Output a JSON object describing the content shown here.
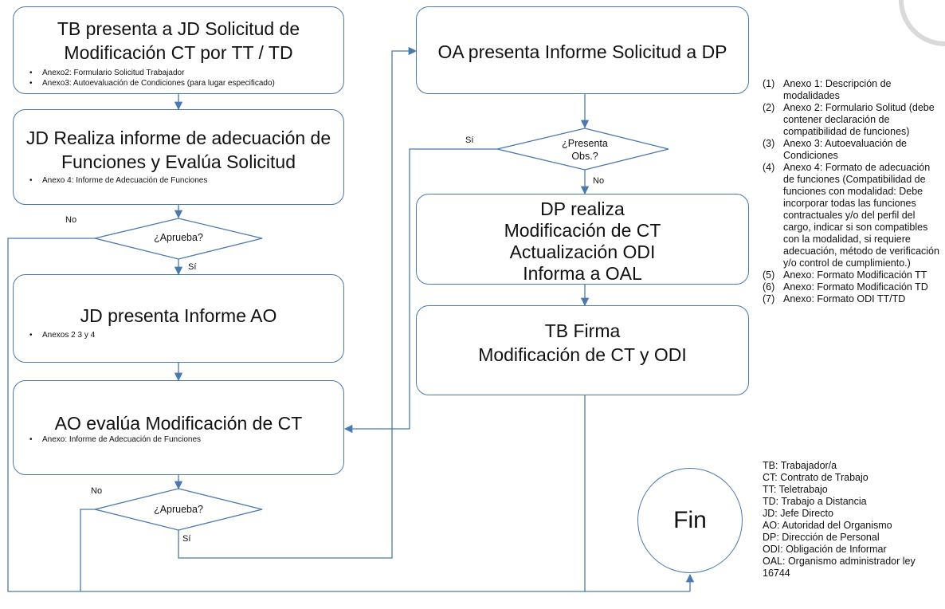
{
  "boxes": {
    "b1": {
      "title_l1": "TB presenta a JD Solicitud de",
      "title_l2": "Modificación CT por TT / TD",
      "bullets": [
        "Anexo2: Formulario Solicitud Trabajador",
        "Anexo3: Autoevaluación de Condiciones (para lugar especificado)"
      ]
    },
    "b2": {
      "title_l1": "JD Realiza informe de adecuación de",
      "title_l2": "Funciones y Evalúa Solicitud",
      "bullets": [
        "Anexo 4: Informe de Adecuación de Funciones"
      ]
    },
    "b3": {
      "title_l1": "JD presenta Informe AO",
      "bullets": [
        "Anexos 2 3 y 4"
      ]
    },
    "b4": {
      "title_l1": "AO evalúa Modificación de CT",
      "bullets": [
        "Anexo: Informe de Adecuación de Funciones"
      ]
    },
    "b5": {
      "title_l1": "OA presenta Informe Solicitud a DP"
    },
    "b6": {
      "lines": [
        "DP realiza",
        "Modificación de CT",
        "Actualización ODI",
        "Informa a OAL"
      ]
    },
    "b7": {
      "lines": [
        "TB Firma",
        "Modificación de CT y ODI"
      ]
    }
  },
  "decisions": {
    "d1": {
      "text": "¿Aprueba?",
      "no": "No",
      "yes": "Sí"
    },
    "d2": {
      "text": "¿Aprueba?",
      "no": "No",
      "yes": "Sí"
    },
    "d3": {
      "text_l1": "¿Presenta",
      "text_l2": "Obs.?",
      "yes": "Sí",
      "no": "No"
    }
  },
  "end": {
    "label": "Fin"
  },
  "annexes": [
    {
      "num": "(1)",
      "text": "Anexo 1: Descripción de modalidades"
    },
    {
      "num": "(2)",
      "text": "Anexo 2: Formulario  Solitud (debe contener declaración de compatibilidad de funciones)"
    },
    {
      "num": "(3)",
      "text": "Anexo 3: Autoevaluación de Condiciones"
    },
    {
      "num": "(4)",
      "text": "Anexo 4: Formato de adecuación de funciones (Compatibilidad de funciones con modalidad: Debe incorporar todas las funciones contractuales y/o del perfil del cargo, indicar si son compatibles con la modalidad, si requiere adecuación, método de verificación y/o control de cumplimiento.)"
    },
    {
      "num": "(5)",
      "text": "Anexo: Formato Modificación TT"
    },
    {
      "num": "(6)",
      "text": "Anexo: Formato Modificación TD"
    },
    {
      "num": "(7)",
      "text": "Anexo: Formato ODI TT/TD"
    }
  ],
  "abbreviations": [
    "TB: Trabajador/a",
    "CT: Contrato de Trabajo",
    "TT: Teletrabajo",
    "TD: Trabajo a Distancia",
    "JD: Jefe Directo",
    "AO: Autoridad del Organismo",
    "DP: Dirección de Personal",
    "ODI: Obligación de Informar",
    "OAL: Organismo administrador ley 16744"
  ],
  "colors": {
    "stroke": "#4a79b0",
    "text": "#111111",
    "seal": "#d9d9d9"
  }
}
